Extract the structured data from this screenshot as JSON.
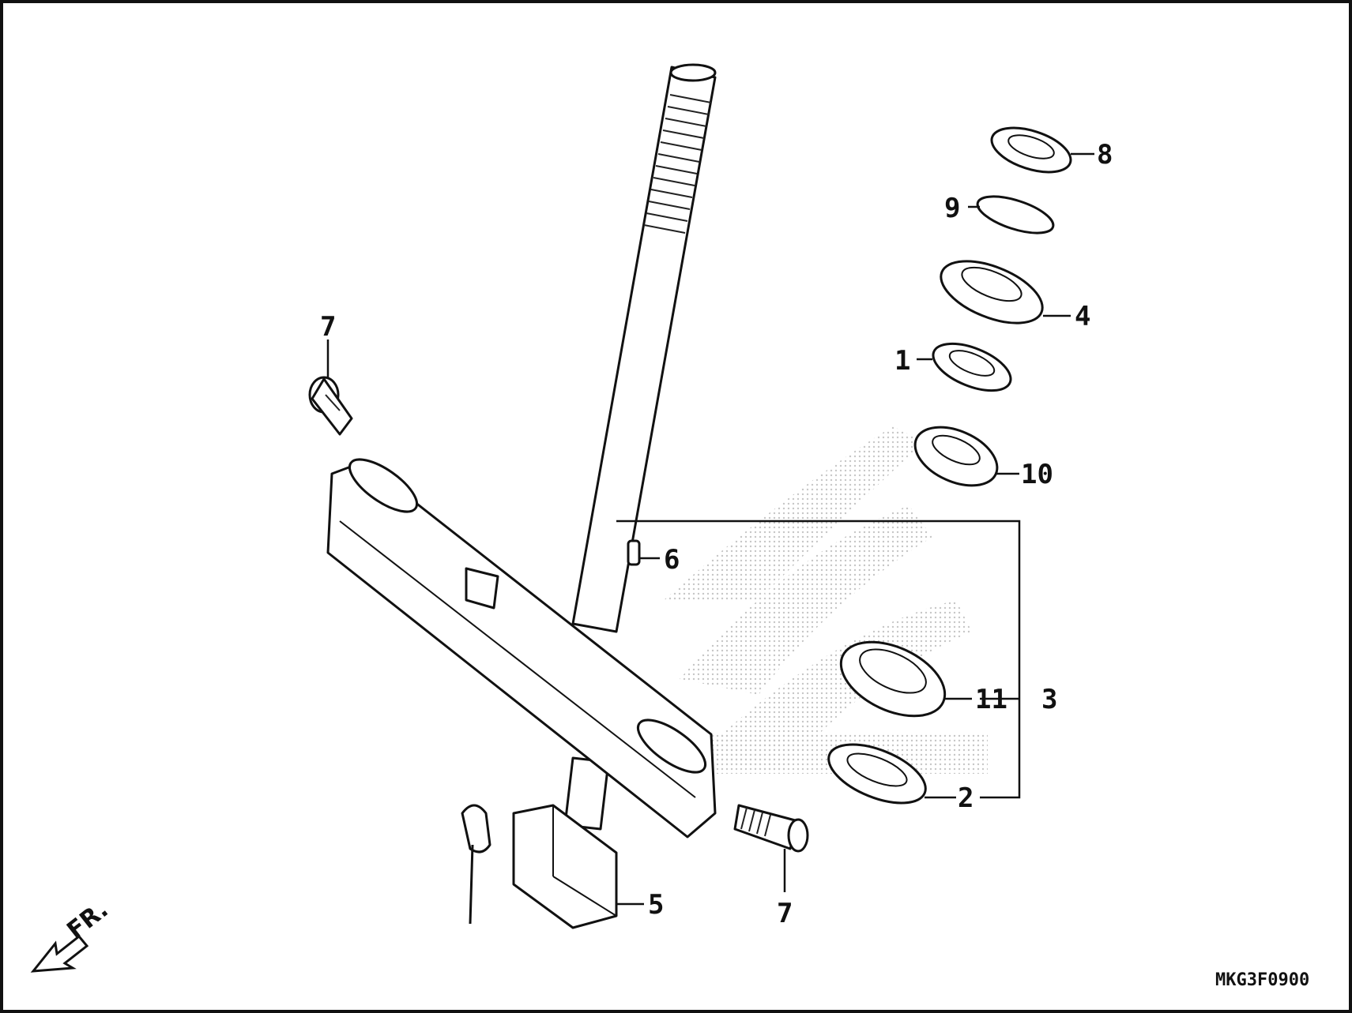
{
  "diagram": {
    "frame_color": "#111111",
    "line_color": "#111111",
    "background_color": "#ffffff",
    "watermark_color": "#d8d8d8",
    "drawing_code": "MKG3F0900",
    "direction_label": "FR.",
    "direction_icon": "front-direction-arrow-icon",
    "callouts": [
      {
        "id": "c1",
        "label": "1"
      },
      {
        "id": "c2",
        "label": "2"
      },
      {
        "id": "c3",
        "label": "3"
      },
      {
        "id": "c4",
        "label": "4"
      },
      {
        "id": "c5",
        "label": "5"
      },
      {
        "id": "c6",
        "label": "6"
      },
      {
        "id": "c7a",
        "label": "7"
      },
      {
        "id": "c7b",
        "label": "7"
      },
      {
        "id": "c8",
        "label": "8"
      },
      {
        "id": "c9",
        "label": "9"
      },
      {
        "id": "c10",
        "label": "10"
      },
      {
        "id": "c11",
        "label": "11"
      }
    ]
  }
}
